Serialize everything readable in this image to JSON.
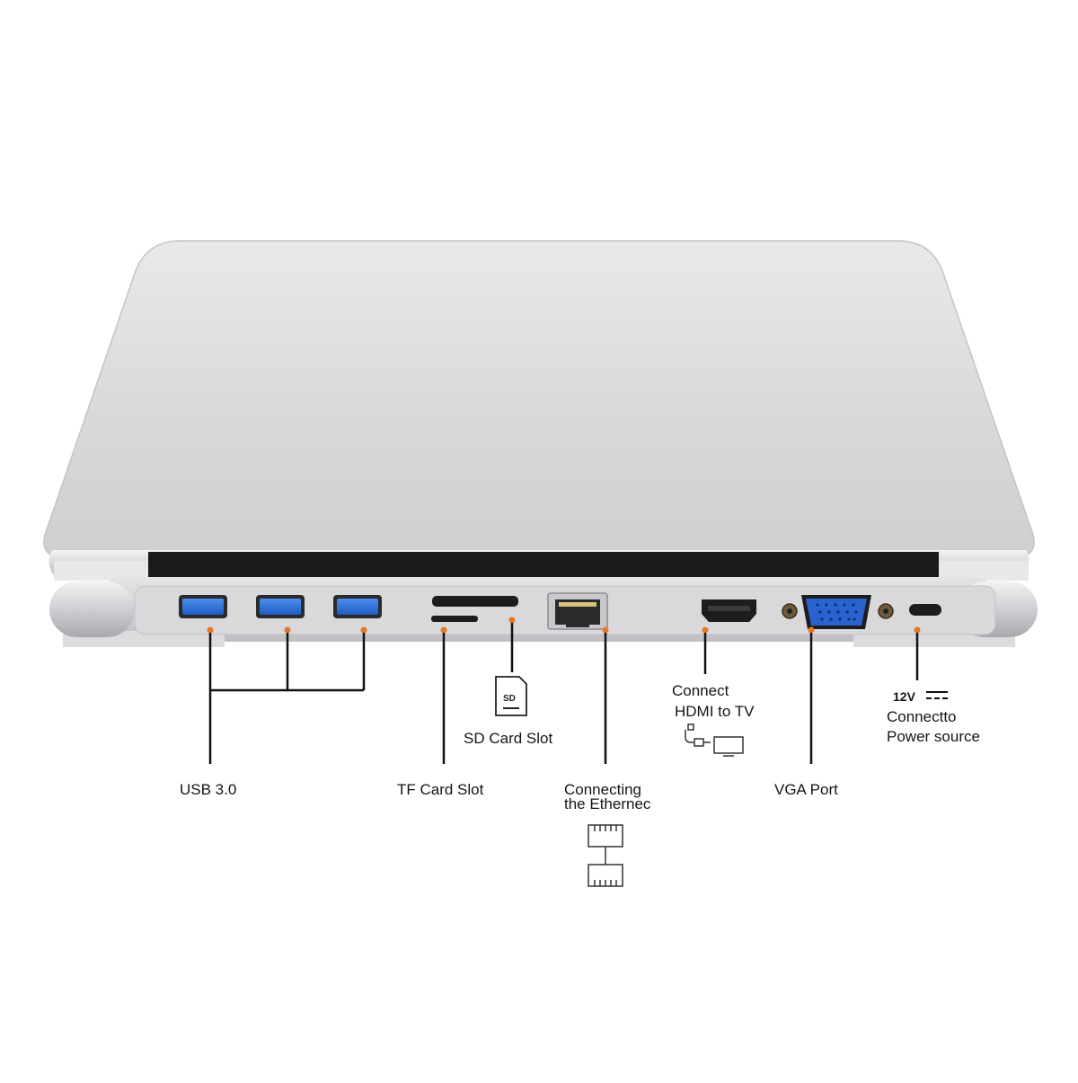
{
  "labels": {
    "usb": "USB 3.0",
    "tf": "TF Card Slot",
    "sd": "SD Card Slot",
    "sd_icon_text": "SD",
    "ethernet_line1": "Connecting",
    "ethernet_line2": "the Ethernec",
    "hdmi_line1": "Connect",
    "hdmi_line2": "HDMI to TV",
    "vga": "VGA Port",
    "power_voltage": "12V",
    "power_line1": "Connectto",
    "power_line2": "Power source"
  },
  "colors": {
    "accent_dot": "#e87722",
    "usb_port": "#2f6fd6",
    "vga_port": "#1f56c4",
    "body_silver": "#d6d6d8",
    "callout_line": "#111111"
  }
}
